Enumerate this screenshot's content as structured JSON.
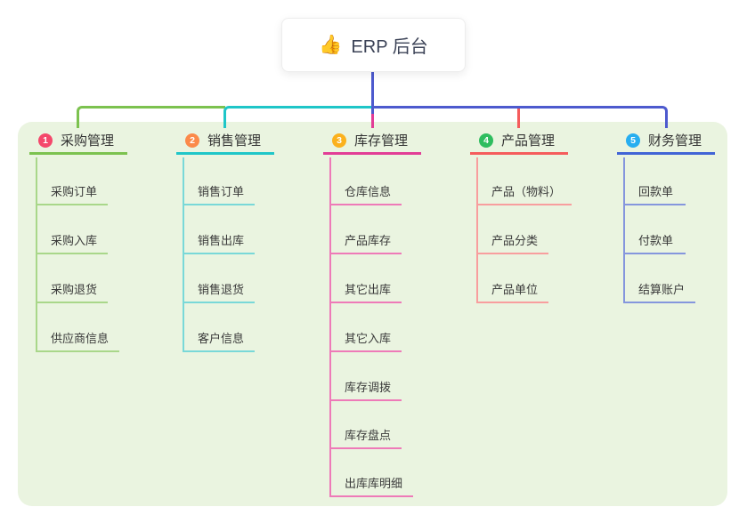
{
  "root": {
    "icon": "👍",
    "icon_name": "thumbs-up-icon",
    "label": "ERP 后台"
  },
  "colors": {
    "background": "#ffffff",
    "panel": "#eaf4e0",
    "root_connector": "#4d5ace",
    "root_text": "#3c4357",
    "title_text": "#333333",
    "child_text": "#3a3a3a",
    "card": "#ffffff"
  },
  "branches": [
    {
      "badge": "1",
      "title": "采购管理",
      "badge_color": "#f4486b",
      "line_color": "#7cc24f",
      "child_line_color": "#a9d78a",
      "children": [
        "采购订单",
        "采购入库",
        "采购退货",
        "供应商信息"
      ]
    },
    {
      "badge": "2",
      "title": "销售管理",
      "badge_color": "#fb8a4a",
      "line_color": "#1fc6c8",
      "child_line_color": "#79d8d8",
      "children": [
        "销售订单",
        "销售出库",
        "销售退货",
        "客户信息"
      ]
    },
    {
      "badge": "3",
      "title": "库存管理",
      "badge_color": "#fbb11d",
      "line_color": "#e23d96",
      "child_line_color": "#ee7ab8",
      "children": [
        "仓库信息",
        "产品库存",
        "其它出库",
        "其它入库",
        "库存调拨",
        "库存盘点",
        "出库库明细"
      ]
    },
    {
      "badge": "4",
      "title": "产品管理",
      "badge_color": "#2fbd5f",
      "line_color": "#f55c5c",
      "child_line_color": "#f89e9e",
      "children": [
        "产品（物料）",
        "产品分类",
        "产品单位"
      ]
    },
    {
      "badge": "5",
      "title": "财务管理",
      "badge_color": "#27aef0",
      "line_color": "#4164d6",
      "child_line_color": "#8596dd",
      "children": [
        "回款单",
        "付款单",
        "结算账户"
      ]
    }
  ]
}
